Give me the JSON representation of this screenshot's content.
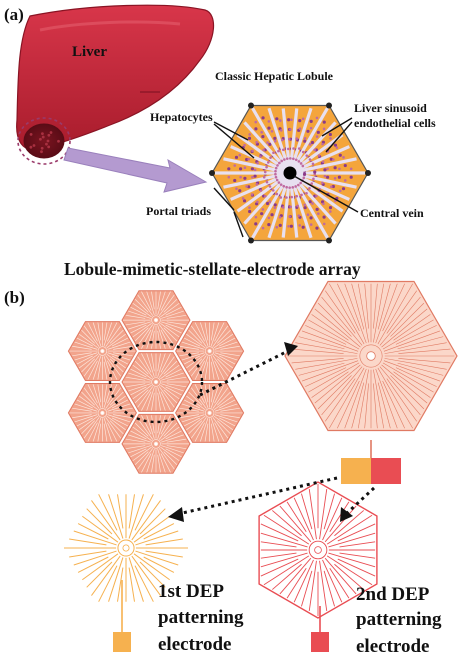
{
  "panel_a": {
    "label": "(a)",
    "liver_label": "Liver",
    "lobule_title": "Classic Hepatic Lobule",
    "hepatocytes_label": "Hepatocytes",
    "sinusoid_label_line1": "Liver sinusoid",
    "sinusoid_label_line2": "endothelial cells",
    "portal_triads_label": "Portal triads",
    "central_vein_label": "Central vein"
  },
  "panel_b": {
    "label": "(b)",
    "array_title": "Lobule-mimetic-stellate-electrode array",
    "first_electrode_line1": "1st DEP",
    "first_electrode_line2": "patterning",
    "first_electrode_line3": "electrode",
    "second_electrode_line1": "2nd DEP",
    "second_electrode_line2": "patterning",
    "second_electrode_line3": "electrode"
  },
  "colors": {
    "liver_red": "#c8283a",
    "lobule_orange": "#f4a53c",
    "hepatocyte_purple": "#8a3a8a",
    "arrow_purple": "#b49ad0",
    "array_salmon": "#f2a48c",
    "array_line": "#e07a63",
    "first_electrode_orange": "#f6b14f",
    "second_electrode_red": "#e94d53"
  }
}
